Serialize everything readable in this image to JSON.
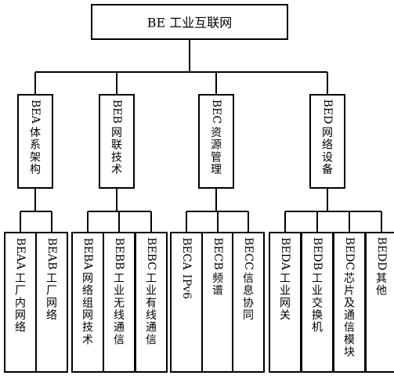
{
  "diagram": {
    "root": {
      "label": "BE 工业互联网"
    },
    "categories": [
      {
        "label": "BEA 体系架构",
        "children": [
          {
            "label": "BEAA 工厂内网络"
          },
          {
            "label": "BEAB 工厂网络"
          }
        ]
      },
      {
        "label": "BEB 网联技术",
        "children": [
          {
            "label": "BEBA 网络组网技术"
          },
          {
            "label": "BEBB 工业无线通信"
          },
          {
            "label": "BEBC 工业有线通信"
          }
        ]
      },
      {
        "label": "BEC 资源管理",
        "children": [
          {
            "label": "BECA IPv6"
          },
          {
            "label": "BECB 频谱"
          },
          {
            "label": "BECC 信息协同"
          }
        ]
      },
      {
        "label": "BED 网络设备",
        "children": [
          {
            "label": "BEDA 工业网关"
          },
          {
            "label": "BEDB 工业交换机"
          },
          {
            "label": "BEDC 芯片及通信模块"
          },
          {
            "label": "BEDD 其他"
          }
        ]
      }
    ]
  }
}
